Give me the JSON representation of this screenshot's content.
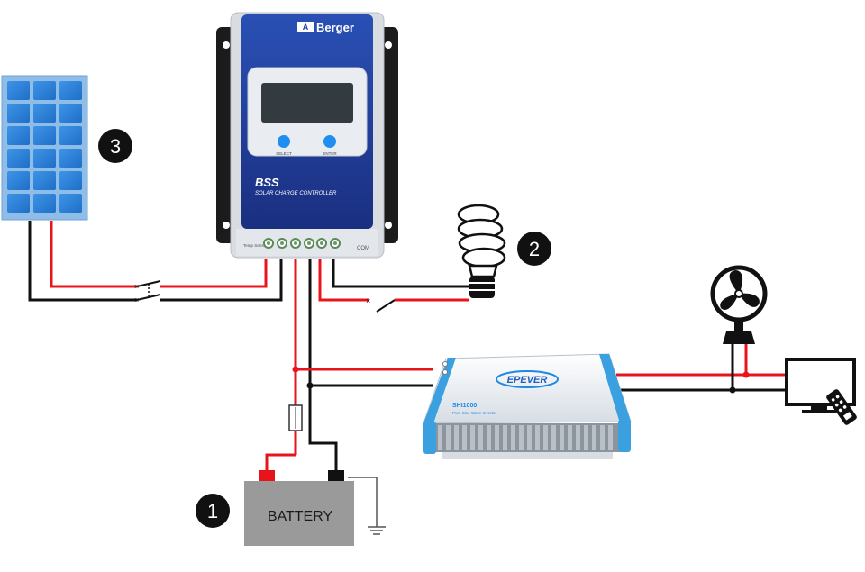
{
  "controller": {
    "brand": "Berger",
    "logo_mark": "A",
    "model": "BSS",
    "subtitle": "SOLAR CHARGE CONTROLLER",
    "button_left_label": "SELECT",
    "button_right_label": "ENTER",
    "temp_sensor_label": "Temp Sensor",
    "com_label": "COM"
  },
  "inverter": {
    "brand": "EPEVER",
    "model": "SHI1000",
    "subtitle": "Pure Sine Wave Inverter"
  },
  "battery": {
    "label": "BATTERY"
  },
  "markers": [
    {
      "number": "1"
    },
    {
      "number": "2"
    },
    {
      "number": "3"
    }
  ],
  "icons": [
    "solar-panel-icon",
    "lightbulb-icon",
    "fan-icon",
    "tv-icon",
    "remote-icon",
    "ground-icon",
    "fuse-icon",
    "switch-icon"
  ],
  "colors": {
    "positive_wire": "#e8141b",
    "negative_wire": "#111111",
    "controller_blue": "#1e3f9a",
    "panel_blue": "#2a7fd4",
    "inverter_blue": "#3aa0e0",
    "battery_gray": "#9a9a9a"
  }
}
